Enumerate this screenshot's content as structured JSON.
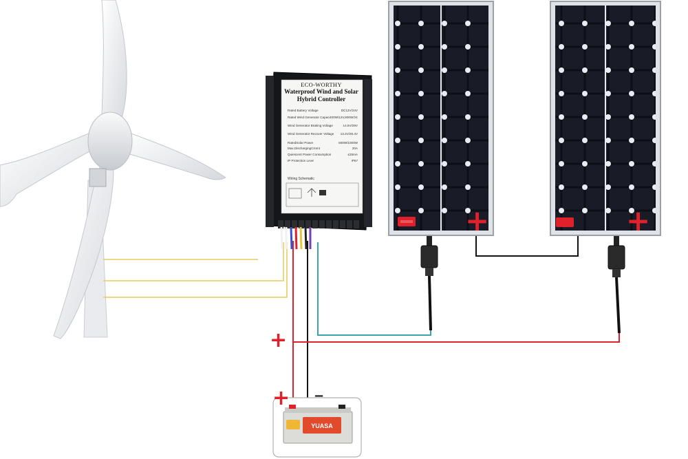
{
  "controller": {
    "brand": "ECO-WORTHY",
    "title_line1": "Waterproof Wind and Solar",
    "title_line2": "Hybrid Controller",
    "specs": [
      {
        "label": "Rated Battery Voltage",
        "value": "DC12V/24V"
      },
      {
        "label": "Rated Wind Generator Capacity",
        "value": "400W/12V,800W/24V"
      },
      {
        "label": "Wind Generator Braking Voltage",
        "value": "14.5V/29V"
      },
      {
        "label": "Wind Generator Recover Voltage",
        "value": "13.2V/26.4V"
      },
      {
        "label": "RatedSolar Power",
        "value": "500W/1000W"
      },
      {
        "label": "Max.DischargingCrrent",
        "value": "20A"
      },
      {
        "label": "Quiescent Power Consumption",
        "value": "≤15mA"
      },
      {
        "label": "IP Protection Level",
        "value": "IP67"
      }
    ],
    "schematic_label": "Wiring  Schematic"
  },
  "signs": {
    "plus": "+",
    "minus": "−"
  },
  "battery": {
    "brand_text": "YUASA"
  },
  "colors": {
    "wind_wire": "#e8cc60",
    "positive_wire": "#e0202a",
    "negative_wire": "#111111",
    "solar_neg_wire": "#3aa6a6",
    "sign_red": "#e0202a"
  }
}
